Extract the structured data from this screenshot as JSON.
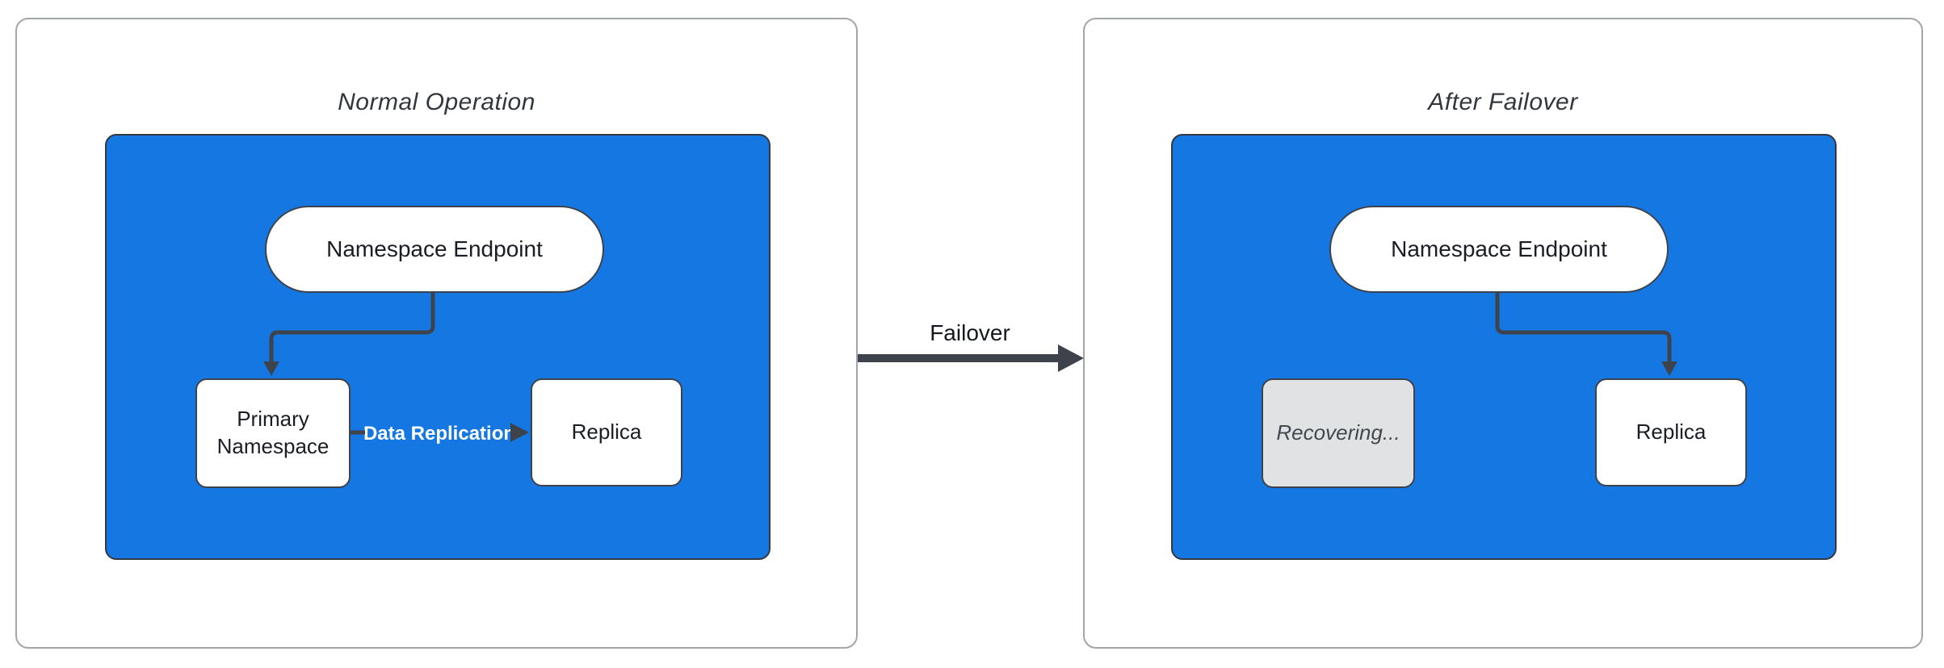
{
  "colors": {
    "accent-blue": "#1577e2",
    "stroke-dark": "#3e434b",
    "node-bg": "#ffffff",
    "node-text": "#1a1d23",
    "recovering-bg": "#e1e2e4",
    "recovering-text": "#43484f",
    "panel-border": "#a3a6a9",
    "title-text": "#32363d",
    "edge-label-text": "#ffffff"
  },
  "diagram": {
    "transition_label": "Failover",
    "panels": [
      {
        "title": "Normal Operation",
        "endpoint_label": "Namespace Endpoint",
        "edge_label": "Data Replication",
        "nodes": [
          {
            "label": "Primary Namespace"
          },
          {
            "label": "Replica"
          }
        ]
      },
      {
        "title": "After Failover",
        "endpoint_label": "Namespace Endpoint",
        "nodes": [
          {
            "label": "Recovering..."
          },
          {
            "label": "Replica"
          }
        ]
      }
    ]
  }
}
